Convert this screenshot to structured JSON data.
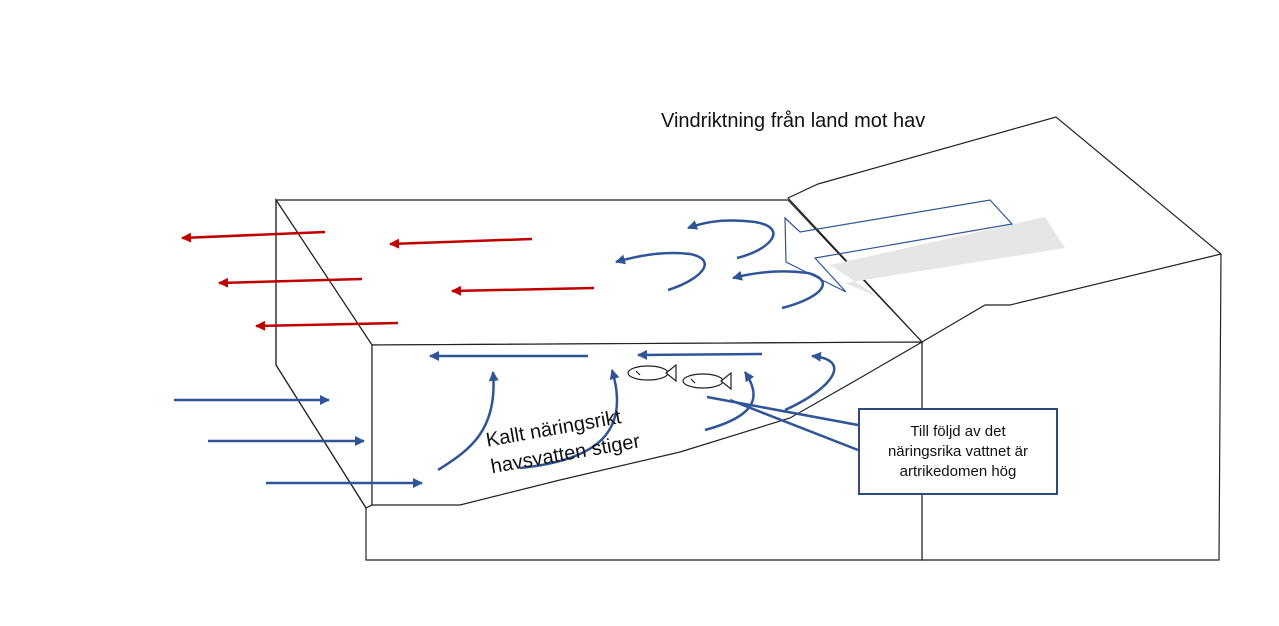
{
  "labels": {
    "wind_direction": "Vindriktning från land mot hav",
    "rising_water_line1": "Kallt näringsrikt",
    "rising_water_line2": "havsvatten stiger",
    "callout_line1": "Till följd av det",
    "callout_line2": "näringsrika vattnet är",
    "callout_line3": "artrikedomen hög"
  },
  "colors": {
    "surface_current": "#c00000",
    "deep_current": "#2f5597",
    "outline": "#222222",
    "wind_arrow_shadow": "#e6e6e6",
    "callout_border": "#2f4a7a"
  },
  "icons": [
    "fish-icon",
    "fish-icon"
  ]
}
